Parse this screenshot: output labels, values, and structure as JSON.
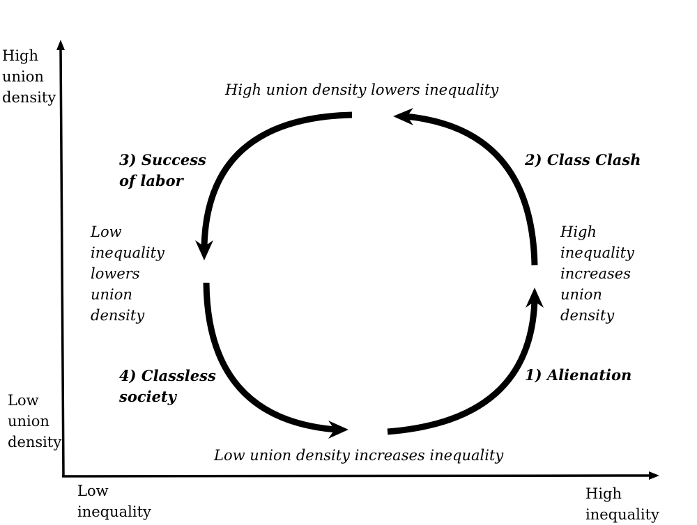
{
  "axes": {
    "y_top": [
      "High",
      "union",
      "density"
    ],
    "y_bottom": [
      "Low",
      "union",
      "density"
    ],
    "x_left": [
      "Low",
      "inequality"
    ],
    "x_right": [
      "High",
      "inequality"
    ]
  },
  "cycle": {
    "top": "High union density lowers inequality",
    "bottom": "Low union density increases inequality",
    "left": [
      "Low",
      "inequality",
      "lowers",
      "union",
      "density"
    ],
    "right": [
      "High",
      "inequality",
      "increases",
      "union",
      "density"
    ]
  },
  "stages": {
    "stage1": "1) Alienation",
    "stage2": "2) Class Clash",
    "stage3": [
      "3) Success",
      "of labor"
    ],
    "stage4": [
      "4) Classless",
      "society"
    ]
  }
}
